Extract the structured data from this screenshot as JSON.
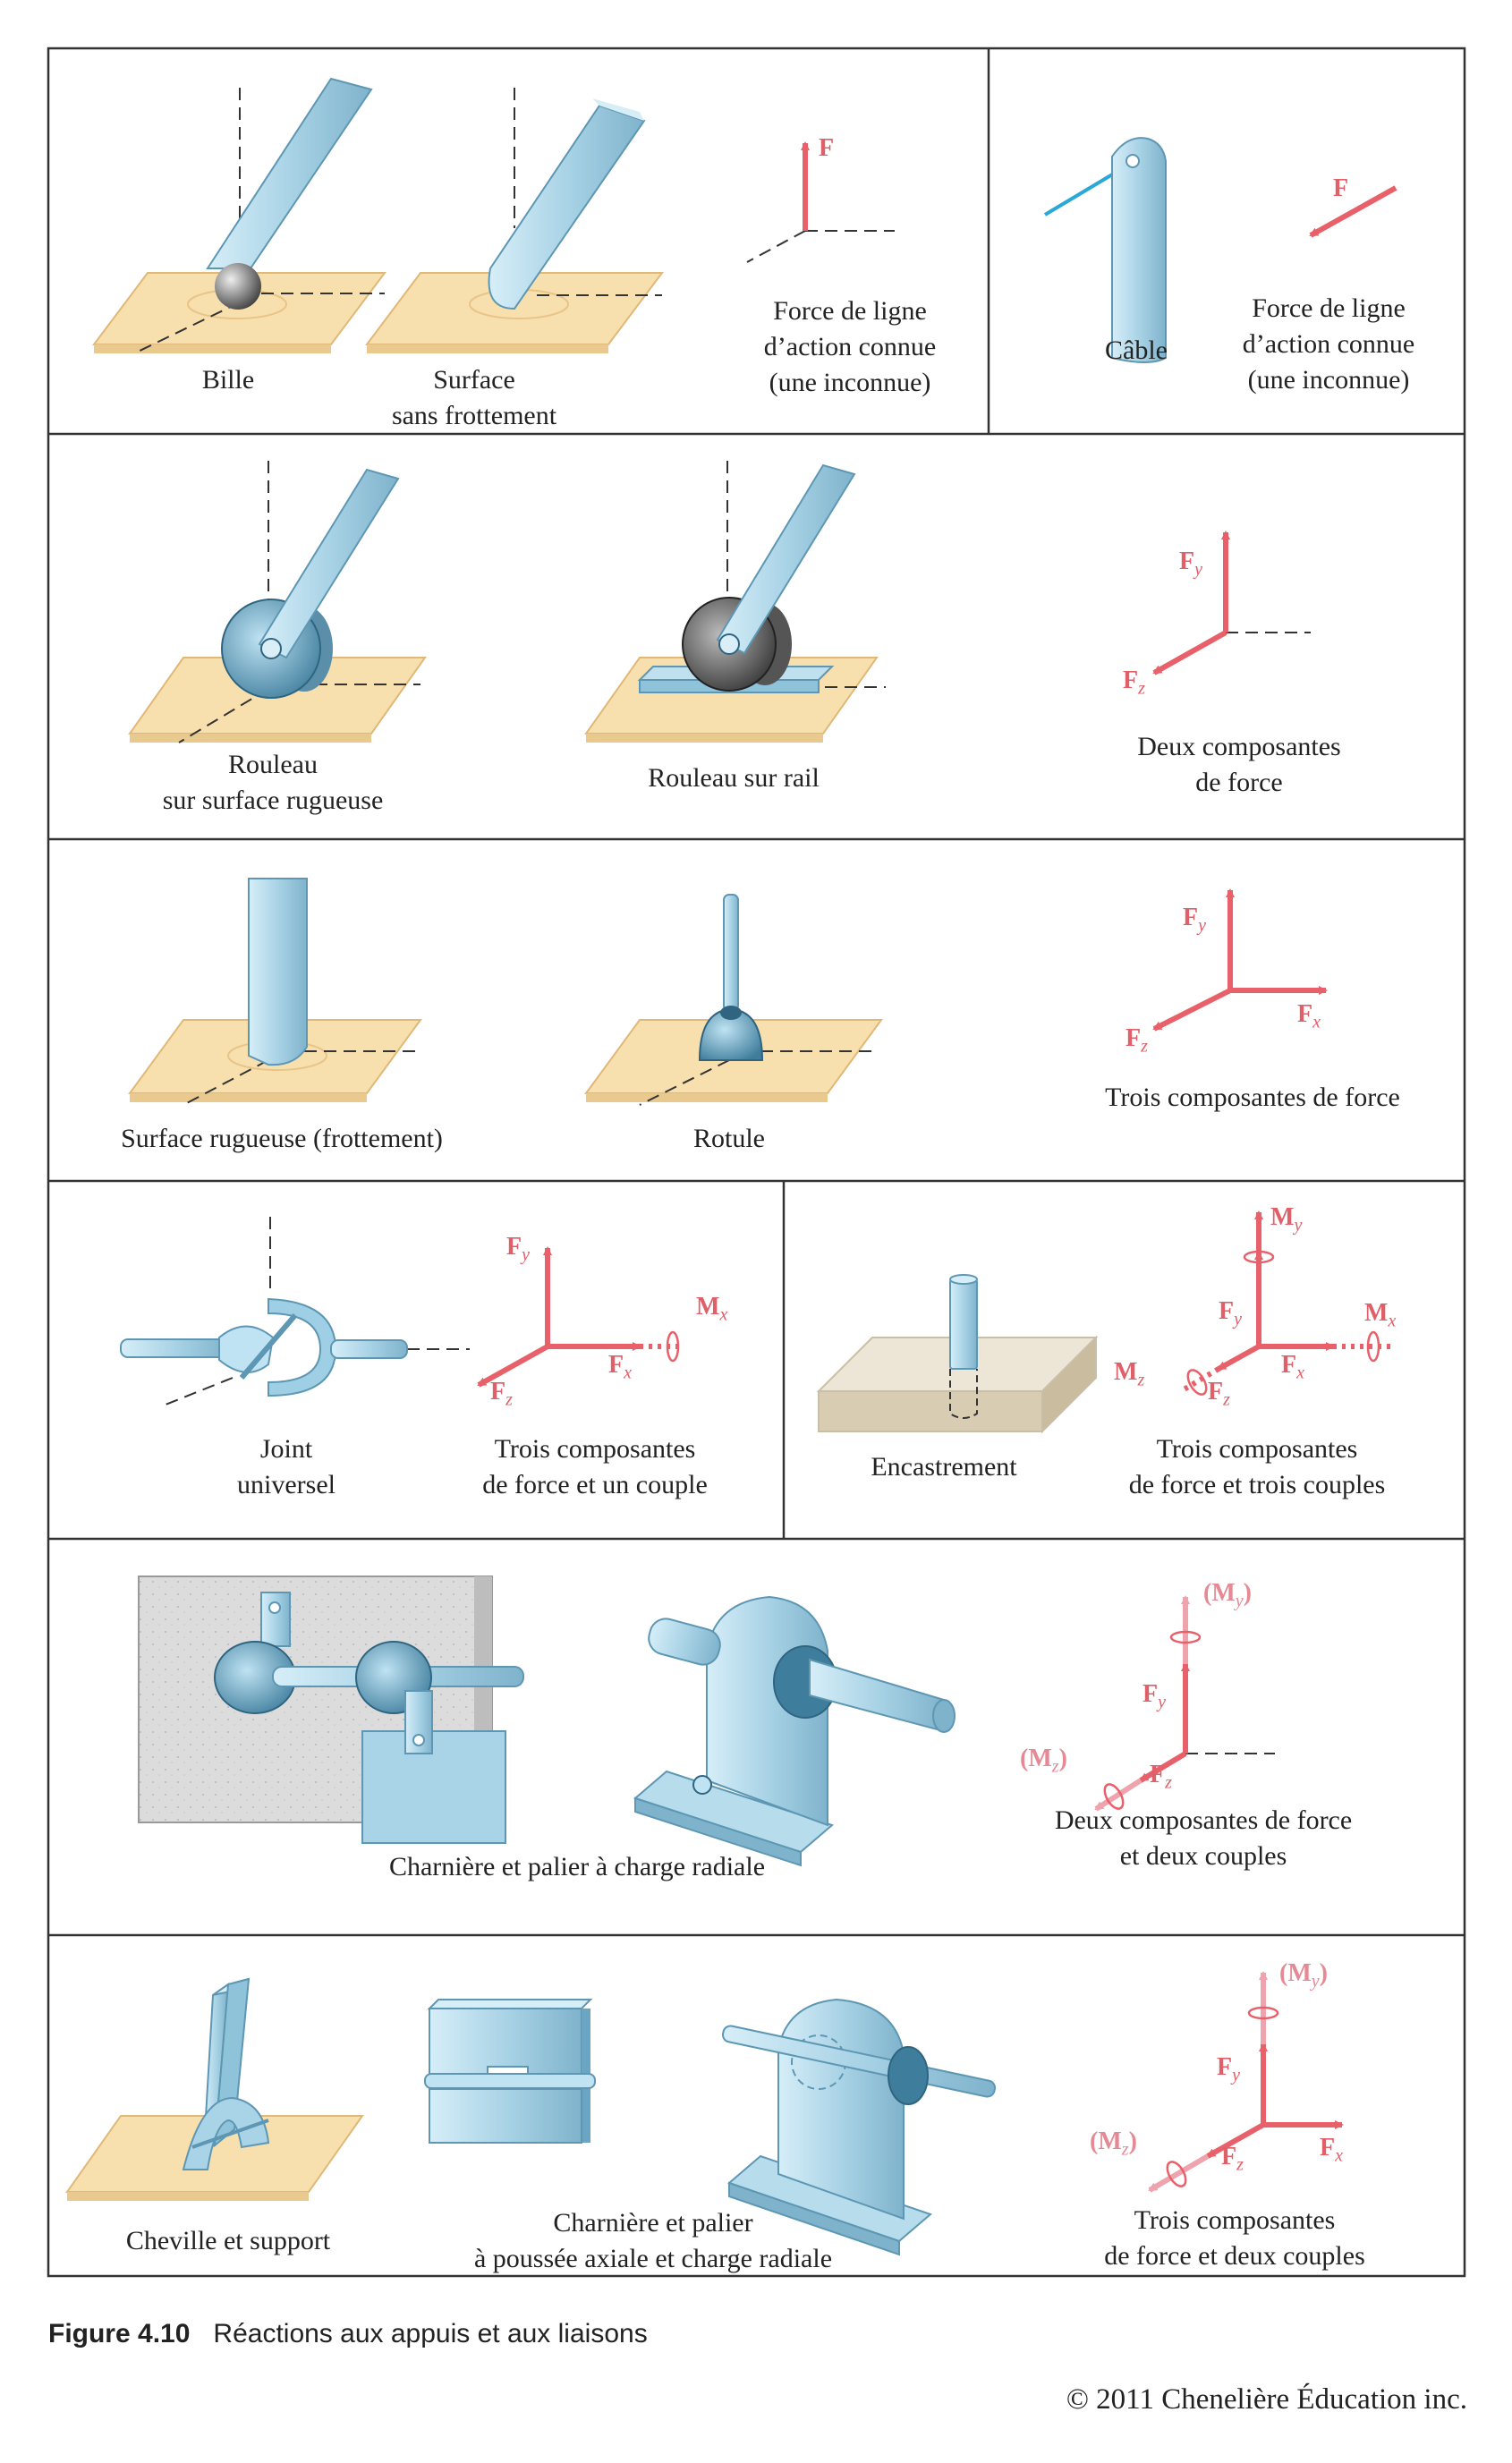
{
  "figure": {
    "number": "Figure 4.10",
    "title": "Réactions aux appuis et aux liaisons",
    "copyright": "© 2011 Chenelière Éducation inc."
  },
  "colors": {
    "force": "#e8606a",
    "moment_light": "#eea3ad",
    "steel": "#a9d3e6",
    "steel_dark": "#6aa6c3",
    "wood": "#f7dfae",
    "frame": "#333333"
  },
  "row1": {
    "ball": "Bille",
    "frictionless": [
      "Surface",
      "sans frottement"
    ],
    "force_desc": [
      "Force de ligne",
      "d’action connue",
      "(une inconnue)"
    ],
    "cable": "Câble",
    "cable_force_desc": [
      "Force de ligne",
      "d’action connue",
      "(une inconnue)"
    ]
  },
  "row2": {
    "roller_rough": [
      "Rouleau",
      "sur surface rugueuse"
    ],
    "roller_rail": "Rouleau sur rail",
    "desc": [
      "Deux composantes",
      "de force"
    ]
  },
  "row3": {
    "rough_surface": "Surface rugueuse (frottement)",
    "ball_socket": "Rotule",
    "desc": "Trois composantes de force"
  },
  "row4": {
    "universal_joint": [
      "Joint",
      "universel"
    ],
    "uj_desc": [
      "Trois composantes",
      "de force et un couple"
    ],
    "fixed_support": "Encastrement",
    "fixed_desc": [
      "Trois composantes",
      "de force et trois couples"
    ]
  },
  "row5": {
    "label": "Charnière et palier à charge radiale",
    "desc": [
      "Deux composantes de force",
      "et deux couples"
    ]
  },
  "row6": {
    "pin_bracket": "Cheville et support",
    "hinge_thrust": [
      "Charnière et palier",
      "à poussée axiale et charge radiale"
    ],
    "desc": [
      "Trois composantes",
      "de force et deux couples"
    ]
  },
  "symbols": {
    "F": "F",
    "Fx": "F",
    "Fy": "F",
    "Fz": "F",
    "sub_x": "x",
    "sub_y": "y",
    "sub_z": "z",
    "Mx": "M",
    "My": "M",
    "Mz": "M",
    "paren_open": "(",
    "paren_close": ")"
  }
}
